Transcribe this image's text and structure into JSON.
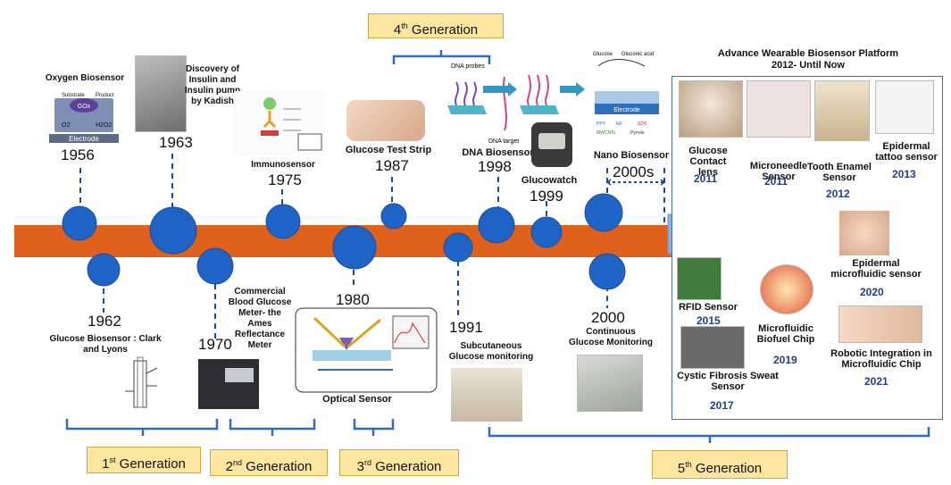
{
  "top": {
    "generation4": "4",
    "generation4_suffix": "th",
    "generation4_word": "Generation",
    "platform_title_line1": "Advance Wearable Biosensor Platform",
    "platform_title_line2": "2012- Until Now"
  },
  "milestones_above": [
    {
      "label": "Oxygen Biosensor",
      "year": "1956"
    },
    {
      "label": "Discovery of Insulin and Insulin pump by Kadish",
      "year": "1963"
    },
    {
      "label": "Immunosensor",
      "year": "1975"
    },
    {
      "label": "Glucose Test Strip",
      "year": "1987"
    },
    {
      "label": "DNA Biosensor",
      "year": "1998"
    },
    {
      "label": "Glucowatch",
      "year": "1999"
    },
    {
      "label": "Nano Biosensor",
      "year": "2000s"
    }
  ],
  "milestones_below": [
    {
      "label": "Glucose Biosensor : Clark and Lyons",
      "year": "1962"
    },
    {
      "label": "Commercial Blood Glucose Meter- the Ames Reflectance Meter",
      "year": "1970"
    },
    {
      "label": "Optical Sensor",
      "year": "1980"
    },
    {
      "label": "Subcutaneous Glucose monitoring",
      "year": "1991"
    },
    {
      "label": "Continuous Glucose Monitoring",
      "year": "2000"
    }
  ],
  "wearables": [
    {
      "label": "Glucose Contact lens",
      "year": "2011"
    },
    {
      "label": "Microneedle Sensor",
      "year": "2011"
    },
    {
      "label": "Tooth Enamel Sensor",
      "year": "2012"
    },
    {
      "label": "Epidermal tattoo sensor",
      "year": "2013"
    },
    {
      "label": "Epidermal microfluidic sensor",
      "year": "2020"
    },
    {
      "label": "RFID Sensor",
      "year": "2015"
    },
    {
      "label": "Microfluidic Biofuel Chip",
      "year": "2019"
    },
    {
      "label": "Robotic Integration in Microfluidic Chip",
      "year": "2021"
    },
    {
      "label": "Cystic Fibrosis Sweat Sensor",
      "year": "2017"
    }
  ],
  "figure_text": {
    "electrode": "Electrode",
    "gox": "GOx",
    "substrate": "Substrate",
    "product": "Product",
    "o2": "O2",
    "h2o2": "H2O2",
    "dna_probes": "DNA probes",
    "dna_target": "DNA target",
    "glucose": "Glucose",
    "gluconic_acid": "Gluconic acid",
    "legend": [
      "PPY",
      "NF",
      "SDS",
      "MWCNTs",
      "Pyrrole"
    ]
  },
  "generations": [
    {
      "num": "1",
      "suffix": "st",
      "word": "Generation"
    },
    {
      "num": "2",
      "suffix": "nd",
      "word": "Generation"
    },
    {
      "num": "3",
      "suffix": "rd",
      "word": "Generation"
    },
    {
      "num": "5",
      "suffix": "th",
      "word": "Generation"
    }
  ],
  "colors": {
    "band": "#e0611c",
    "circle": "#1f63c6",
    "arrow": "#8fb0de",
    "generation_box": "#fde6a0",
    "bracket": "#2d6cc0",
    "year_blue": "#1f3f86"
  }
}
